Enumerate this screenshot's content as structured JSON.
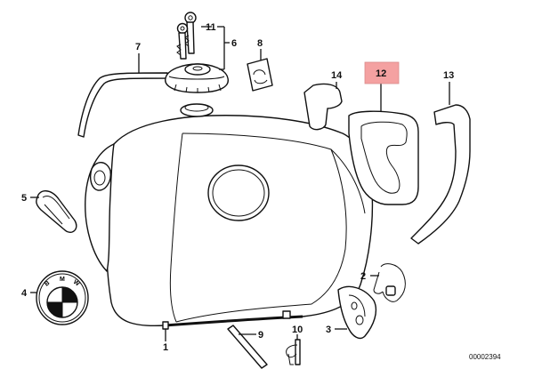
{
  "diagram": {
    "highlight_color": "#f4a1a1",
    "reference_number": "00002394",
    "callouts": {
      "c1": "1",
      "c2": "2",
      "c3": "3",
      "c4": "4",
      "c5": "5",
      "c6": "6",
      "c7": "7",
      "c8": "8",
      "c9": "9",
      "c10": "10",
      "c11": "11",
      "c12": "12",
      "c13": "13",
      "c14": "14"
    },
    "emblem_letters": [
      "B",
      "M",
      "W"
    ]
  }
}
